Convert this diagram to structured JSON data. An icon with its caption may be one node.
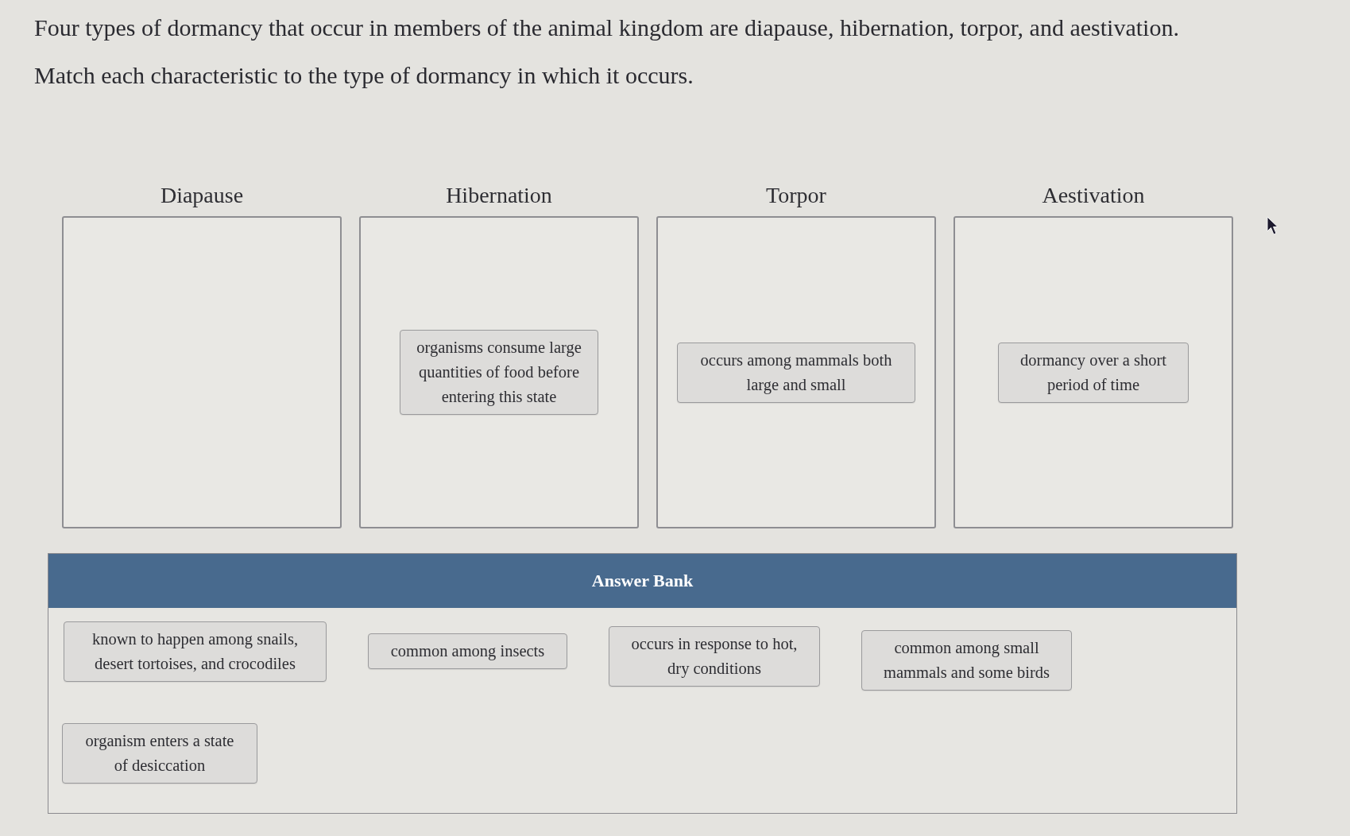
{
  "diagram": {
    "nodes": [
      {
        "text": [
          "Diapause"
        ]
      },
      {
        "text": [
          "Hibernation"
        ]
      },
      {
        "text": [
          "organisms consume large quantities of food before entering this state"
        ],
        "in": 1
      },
      {
        "text": [
          "Torpor"
        ]
      },
      {
        "text": [
          "occurs among mammals both large and small"
        ],
        "in": 3
      },
      {
        "text": [
          "Aestivation"
        ]
      },
      {
        "text": [
          "dormancy over a short period of time"
        ],
        "in": 5
      },
      {
        "text": [
          "Answer Bank"
        ]
      },
      {
        "text": [
          "known to happen among snails, desert tortoises, and crocodiles"
        ],
        "in": 7
      },
      {
        "text": [
          "common among insects"
        ],
        "in": 7
      },
      {
        "text": [
          "occurs in response to hot, dry conditions"
        ],
        "in": 7
      },
      {
        "text": [
          "common among small mammals and some birds"
        ],
        "in": 7
      },
      {
        "text": [
          "organism enters a state of desiccation"
        ],
        "in": 7
      }
    ],
    "labels": [
      "Four types of dormancy that occur in members of the animal kingdom are diapause, hibernation, torpor, and aestivation.",
      "Match each characteristic to the type of dormancy in which it occurs."
    ]
  }
}
